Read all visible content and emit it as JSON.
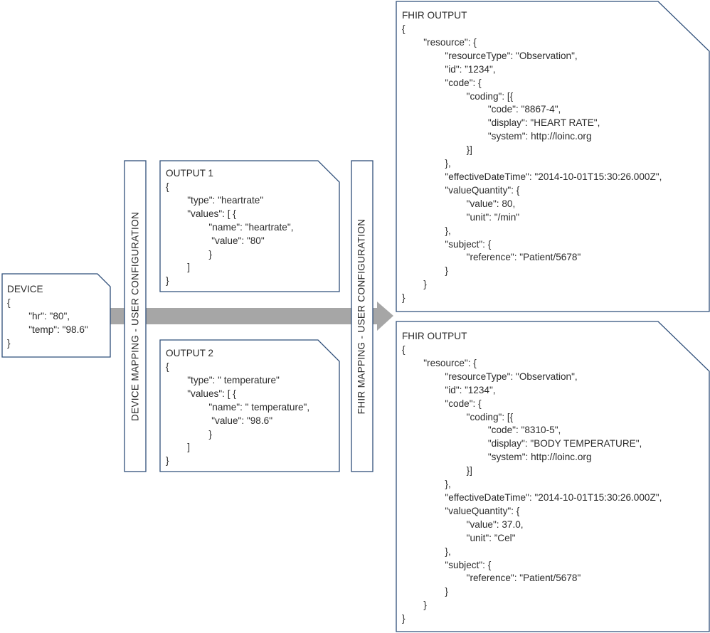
{
  "device": {
    "title": "DEVICE",
    "body": "{\n        \"hr\": \"80\",\n        \"temp\": \"98.6\"\n}"
  },
  "device_mapping": {
    "label": "DEVICE MAPPING - USER CONFIGURATION"
  },
  "fhir_mapping": {
    "label": "FHIR MAPPING - USER CONFIGURATION"
  },
  "output1": {
    "title": "OUTPUT 1",
    "body": "{\n        \"type\": \"heartrate\"\n        \"values\": [ {\n                \"name\": \"heartrate\",\n                 \"value\": \"80\"\n                }\n        ]\n}"
  },
  "output2": {
    "title": "OUTPUT 2",
    "body": "{\n        \"type\": \" temperature\"\n        \"values\": [ {\n                \"name\": \" temperature\",\n                 \"value\": \"98.6\"\n                }\n        ]\n}"
  },
  "fhir1": {
    "title": "FHIR OUTPUT",
    "body": "{\n        \"resource\": {\n                \"resourceType\": \"Observation\",\n                \"id\": ”1234\",\n                \"code\": {\n                        \"coding\": [{\n                                \"code\": \"8867-4\",\n                                \"display\": \"HEART RATE\",\n                                \"system\": http://loinc.org\n                        }]\n                },\n                \"effectiveDateTime\": \"2014-10-01T15:30:26.000Z\",\n                \"valueQuantity\": {\n                        \"value\": 80,\n                        \"unit\": \"/min\"\n                },\n                \"subject\": {\n                        \"reference\": \"Patient/5678\"\n                }\n        }\n}"
  },
  "fhir2": {
    "title": "FHIR OUTPUT",
    "body": "{\n        \"resource\": {\n                \"resourceType\": \"Observation\",\n                \"id\": ”1234\",\n                \"code\": {\n                        \"coding\": [{\n                                \"code\": \"8310-5\",\n                                \"display\": \"BODY TEMPERATURE\",\n                                \"system\": http://loinc.org\n                        }]\n                },\n                \"effectiveDateTime\": \"2014-10-01T15:30:26.000Z\",\n                \"valueQuantity\": {\n                        \"value\": 37.0,\n                        \"unit\": ”Cel\"\n                },\n                \"subject\": {\n                        \"reference\": \"Patient/5678\"\n                }\n        }\n}"
  },
  "colors": {
    "border": "#2f4f7a",
    "arrow": "#a6a6a6",
    "text": "#2b2b2b"
  }
}
